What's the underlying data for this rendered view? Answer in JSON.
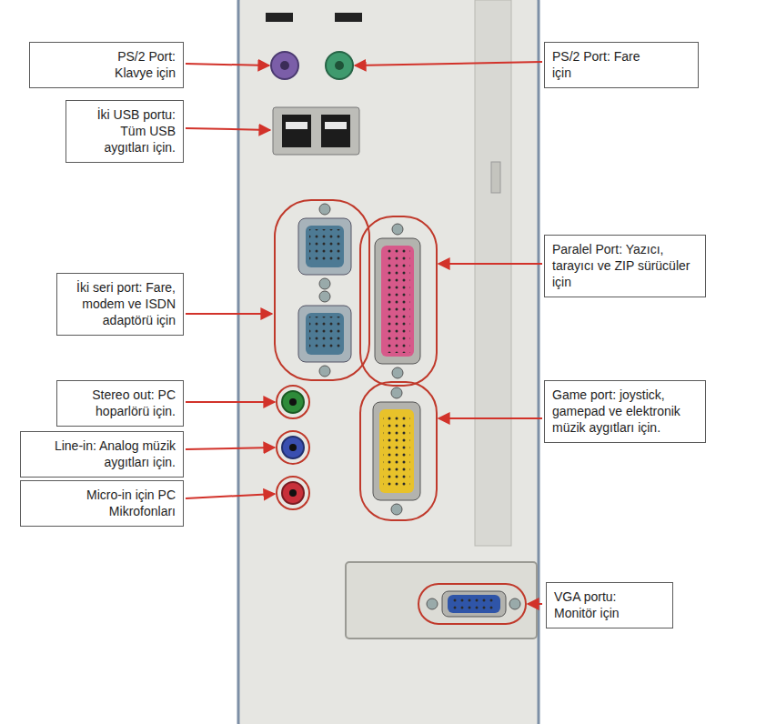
{
  "diagram": {
    "nodes": [
      {
        "text": [
          "PS/2 Port: Klavye için"
        ]
      },
      {
        "text": [
          "PS/2 Port: Fare için"
        ]
      },
      {
        "text": [
          "İki USB portu: Tüm USB aygıtları için."
        ]
      },
      {
        "text": [
          "İki seri port: Fare, modem ve ISDN adaptörü için"
        ]
      },
      {
        "text": [
          "Paralel Port: Yazıcı, tarayıcı ve ZIP sürücüler için"
        ]
      },
      {
        "text": [
          "Stereo out: PC hoparlörü için."
        ]
      },
      {
        "text": [
          "Game port: joystick, gamepad ve elektronik müzik aygıtları için."
        ]
      },
      {
        "text": [
          "Line-in: Analog müzik aygıtları için."
        ]
      },
      {
        "text": [
          "Micro-in için PC Mikrofonları"
        ]
      },
      {
        "text": [
          "VGA portu: Monitör için"
        ]
      }
    ]
  }
}
